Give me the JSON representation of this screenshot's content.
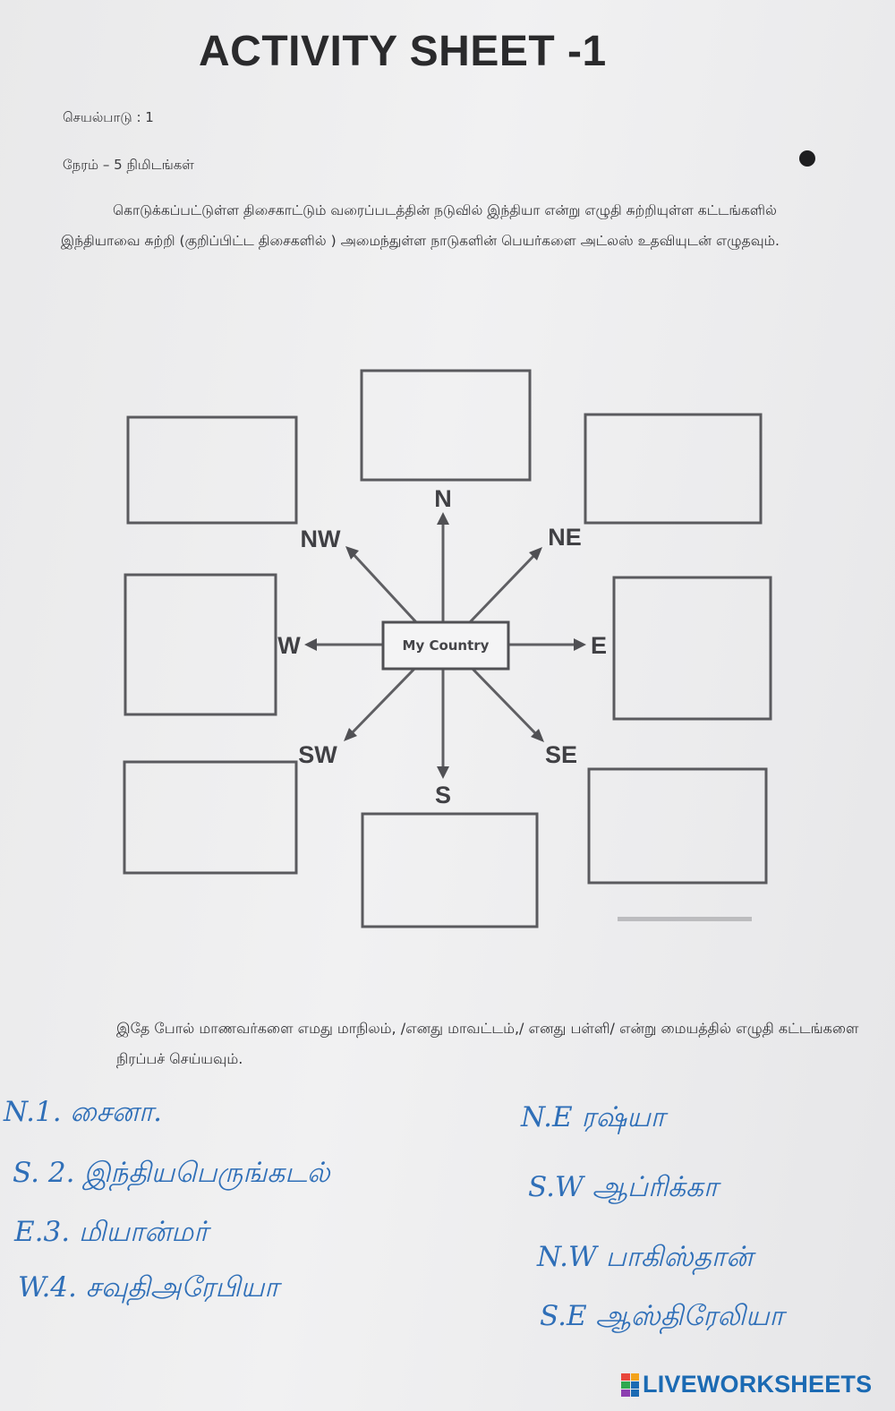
{
  "title": "ACTIVITY SHEET -1",
  "activity_line": "செயல்பாடு :  1",
  "time_line": "நேரம் – 5 நிமிடங்கள்",
  "instruction": "கொடுக்கப்பட்டுள்ள திசைகாட்டும் வரைப்படத்தின் நடுவில் இந்தியா என்று எழுதி சுற்றியுள்ள கட்டங்களில் இந்தியாவை சுற்றி (குறிப்பிட்ட திசைகளில் ) அமைந்துள்ள நாடுகளின் பெயர்களை அட்லஸ் உதவியுடன் எழுதவும்.",
  "compass": {
    "center_label": "My Country",
    "directions": {
      "n": "N",
      "s": "S",
      "e": "E",
      "w": "W",
      "ne": "NE",
      "nw": "NW",
      "se": "SE",
      "sw": "SW"
    }
  },
  "bottom_instruction": "இதே போல் மாணவர்களை எமது மாநிலம், /எனது மாவட்டம்,/ எனது பள்ளி/ என்று மையத்தில் எழுதி கட்டங்களை நிரப்பச்  செய்யவும்.",
  "handwritten": {
    "left": [
      "N.1. சைனா.",
      "S. 2. இந்தியபெருங்கடல்",
      "E.3. மியான்மர்",
      "W.4. சவுதிஅரேபியா"
    ],
    "right": [
      "N.E  ரஷ்யா",
      "S.W  ஆப்ரிக்கா",
      "N.W  பாகிஸ்தான்",
      "S.E  ஆஸ்திரேலியா"
    ]
  },
  "brand": {
    "name": "LIVEWORKSHEETS",
    "color": "#1b6ab3"
  },
  "colors": {
    "ink": "#2f6fb8",
    "print": "#333336"
  }
}
